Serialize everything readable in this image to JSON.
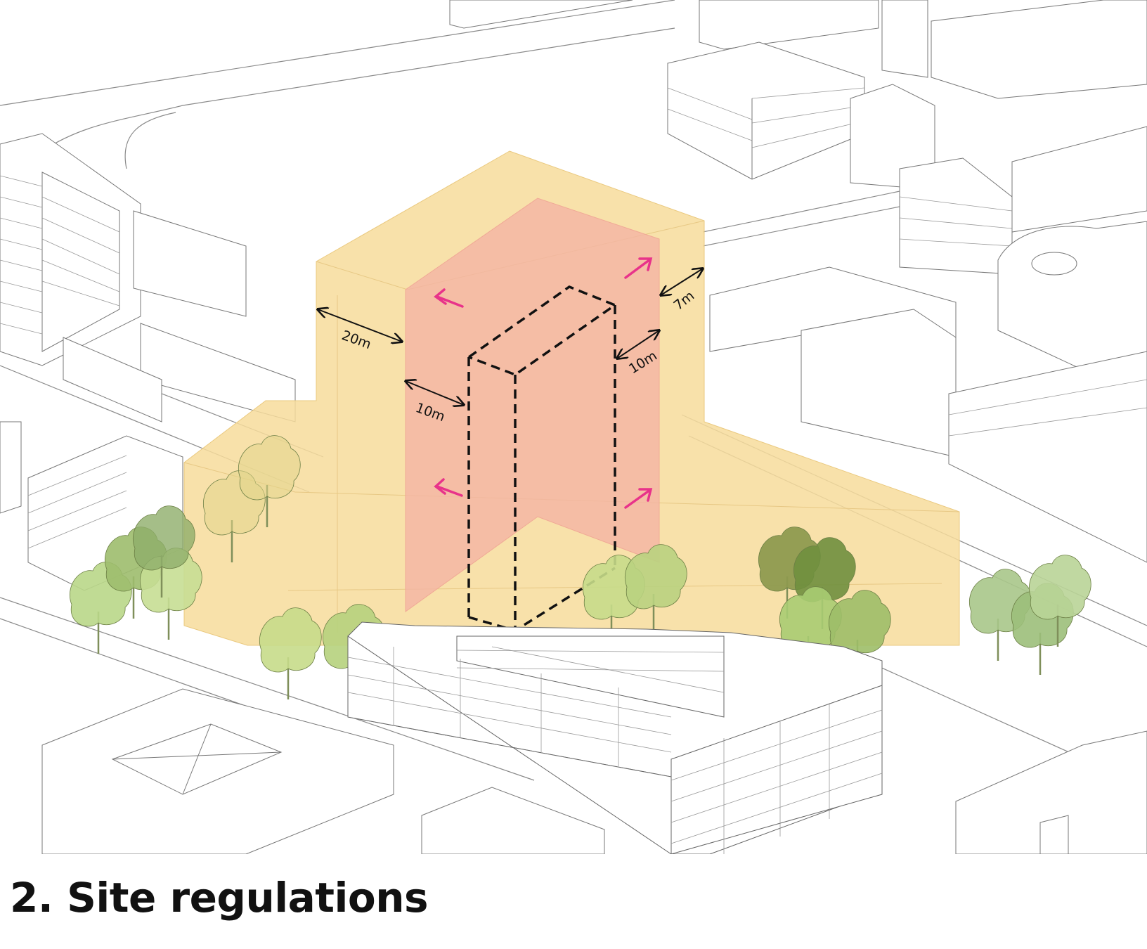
{
  "caption": "2. Site regulations",
  "dimensions": {
    "setback_west": "20m",
    "setback_inner_west": "10m",
    "setback_inner_east": "10m",
    "setback_northeast": "7m"
  },
  "colors": {
    "buildable_envelope": "#f7dc9b",
    "restricted_zone": "#f4b4a4",
    "expansion_arrows": "#e8338a",
    "tower_outline": "#111111",
    "context_lines": "#777777",
    "trees": [
      "#a9cc72",
      "#c6dc8a",
      "#8fb068",
      "#6f8f3e",
      "#b9cf93"
    ]
  },
  "icons": {
    "expansion_arrow": "arrow-icon",
    "dimension": "double-arrow-icon",
    "tree": "tree-icon"
  }
}
